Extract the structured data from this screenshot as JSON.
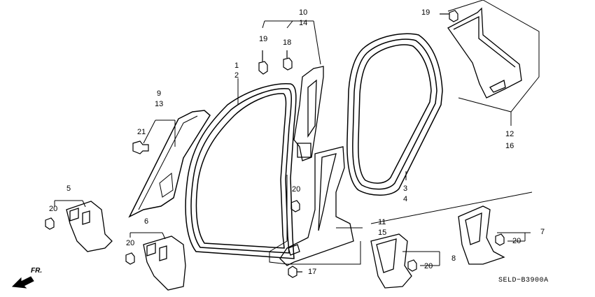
{
  "diagram": {
    "code": "SELD−B3900A",
    "direction": "FR."
  },
  "callouts": {
    "c1": "1",
    "c2": "2",
    "c3": "3",
    "c4": "4",
    "c5": "5",
    "c6": "6",
    "c7": "7",
    "c8": "8",
    "c9": "9",
    "c10": "10",
    "c11": "11",
    "c12": "12",
    "c13": "13",
    "c14": "14",
    "c15": "15",
    "c16": "16",
    "c17": "17",
    "c18": "18",
    "c19": "19",
    "c20": "20",
    "c21": "21"
  },
  "colors": {
    "line": "#000000",
    "background": "#ffffff"
  }
}
